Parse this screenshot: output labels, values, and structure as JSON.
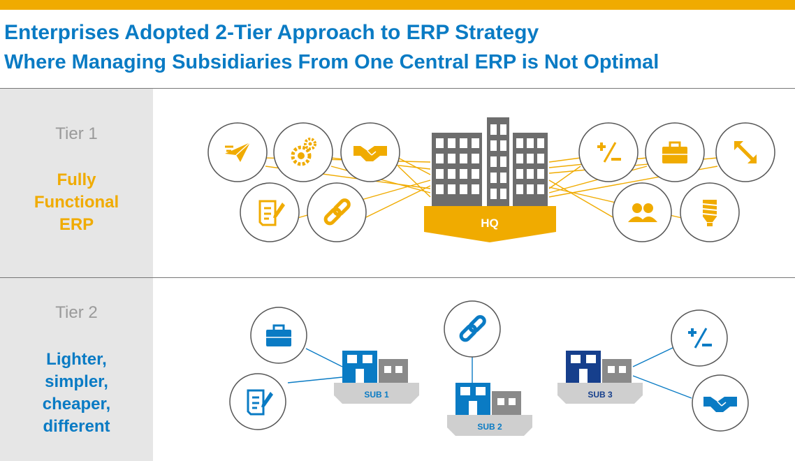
{
  "header": {
    "title_line1": "Enterprises Adopted 2-Tier Approach to ERP Strategy",
    "title_line2": "Where Managing Subsidiaries From One Central ERP is Not Optimal"
  },
  "tiers": [
    {
      "label": "Tier 1",
      "description": [
        "Fully",
        "Functional",
        "ERP"
      ],
      "color": "#f0ab00"
    },
    {
      "label": "Tier 2",
      "description": [
        "Lighter,",
        "simpler,",
        "cheaper,",
        "different"
      ],
      "color": "#0a7bc4"
    }
  ],
  "tier1": {
    "hq_label": "HQ",
    "left_icons": [
      "paper-plane-icon",
      "gears-icon",
      "handshake-icon",
      "document-edit-icon",
      "chain-link-icon"
    ],
    "right_icons": [
      "plus-minus-icon",
      "briefcase-icon",
      "resize-arrow-icon",
      "people-icon",
      "lightbulb-icon"
    ]
  },
  "tier2": {
    "subs": [
      {
        "label": "SUB 1",
        "icons": [
          "briefcase-icon",
          "document-edit-icon"
        ]
      },
      {
        "label": "SUB 2",
        "icons": [
          "chain-link-icon"
        ]
      },
      {
        "label": "SUB 3",
        "icons": [
          "plus-minus-icon",
          "handshake-icon"
        ]
      }
    ]
  },
  "colors": {
    "gold": "#f0ab00",
    "blue": "#0a7bc4",
    "navy": "#163f8c",
    "gray": "#6d6d6d",
    "panel": "#e6e6e6"
  }
}
